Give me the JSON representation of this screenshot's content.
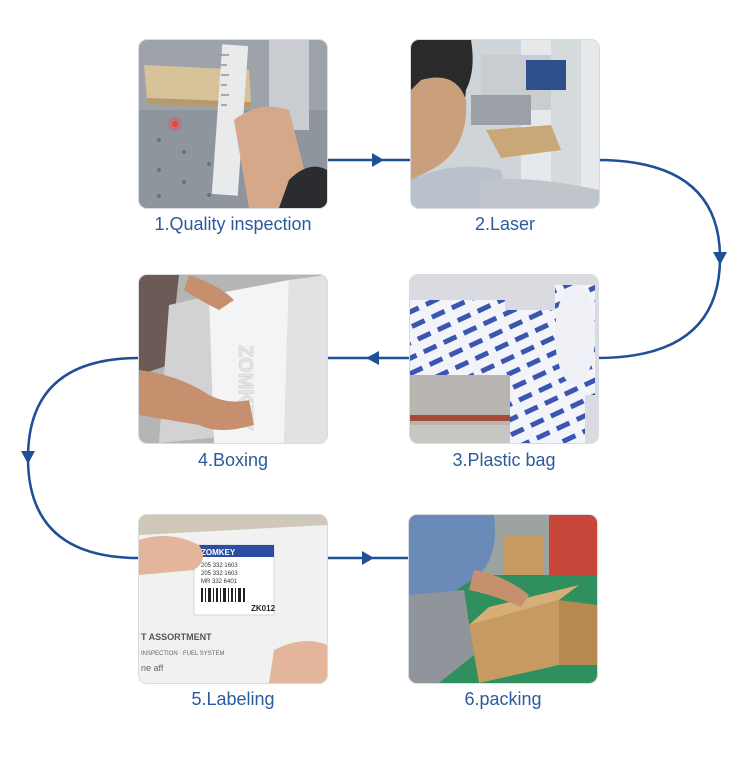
{
  "steps": [
    {
      "label": "1.Quality inspection",
      "photo": "ruler-inspection-photo"
    },
    {
      "label": "2.Laser",
      "photo": "laser-marking-photo"
    },
    {
      "label": "3.Plastic bag",
      "photo": "plastic-bag-roll-photo"
    },
    {
      "label": "4.Boxing",
      "photo": "boxing-photo"
    },
    {
      "label": "5.Labeling",
      "photo": "labeling-photo"
    },
    {
      "label": "6.packing",
      "photo": "carton-packing-photo"
    }
  ],
  "photo_text": {
    "box_brand": "ZOMKEY",
    "label_brand": "ZOMKEY",
    "label_code": "ZK012",
    "label_lines": [
      "205 332 1603",
      "205 332 1603",
      "MR 332 6401"
    ],
    "box_print": [
      "T ASSORTMENT",
      "INSPECTION · FUEL SYSTEM",
      "ne aff"
    ]
  },
  "colors": {
    "accent": "#1e4f97",
    "label_text": "#2b5b9c"
  }
}
